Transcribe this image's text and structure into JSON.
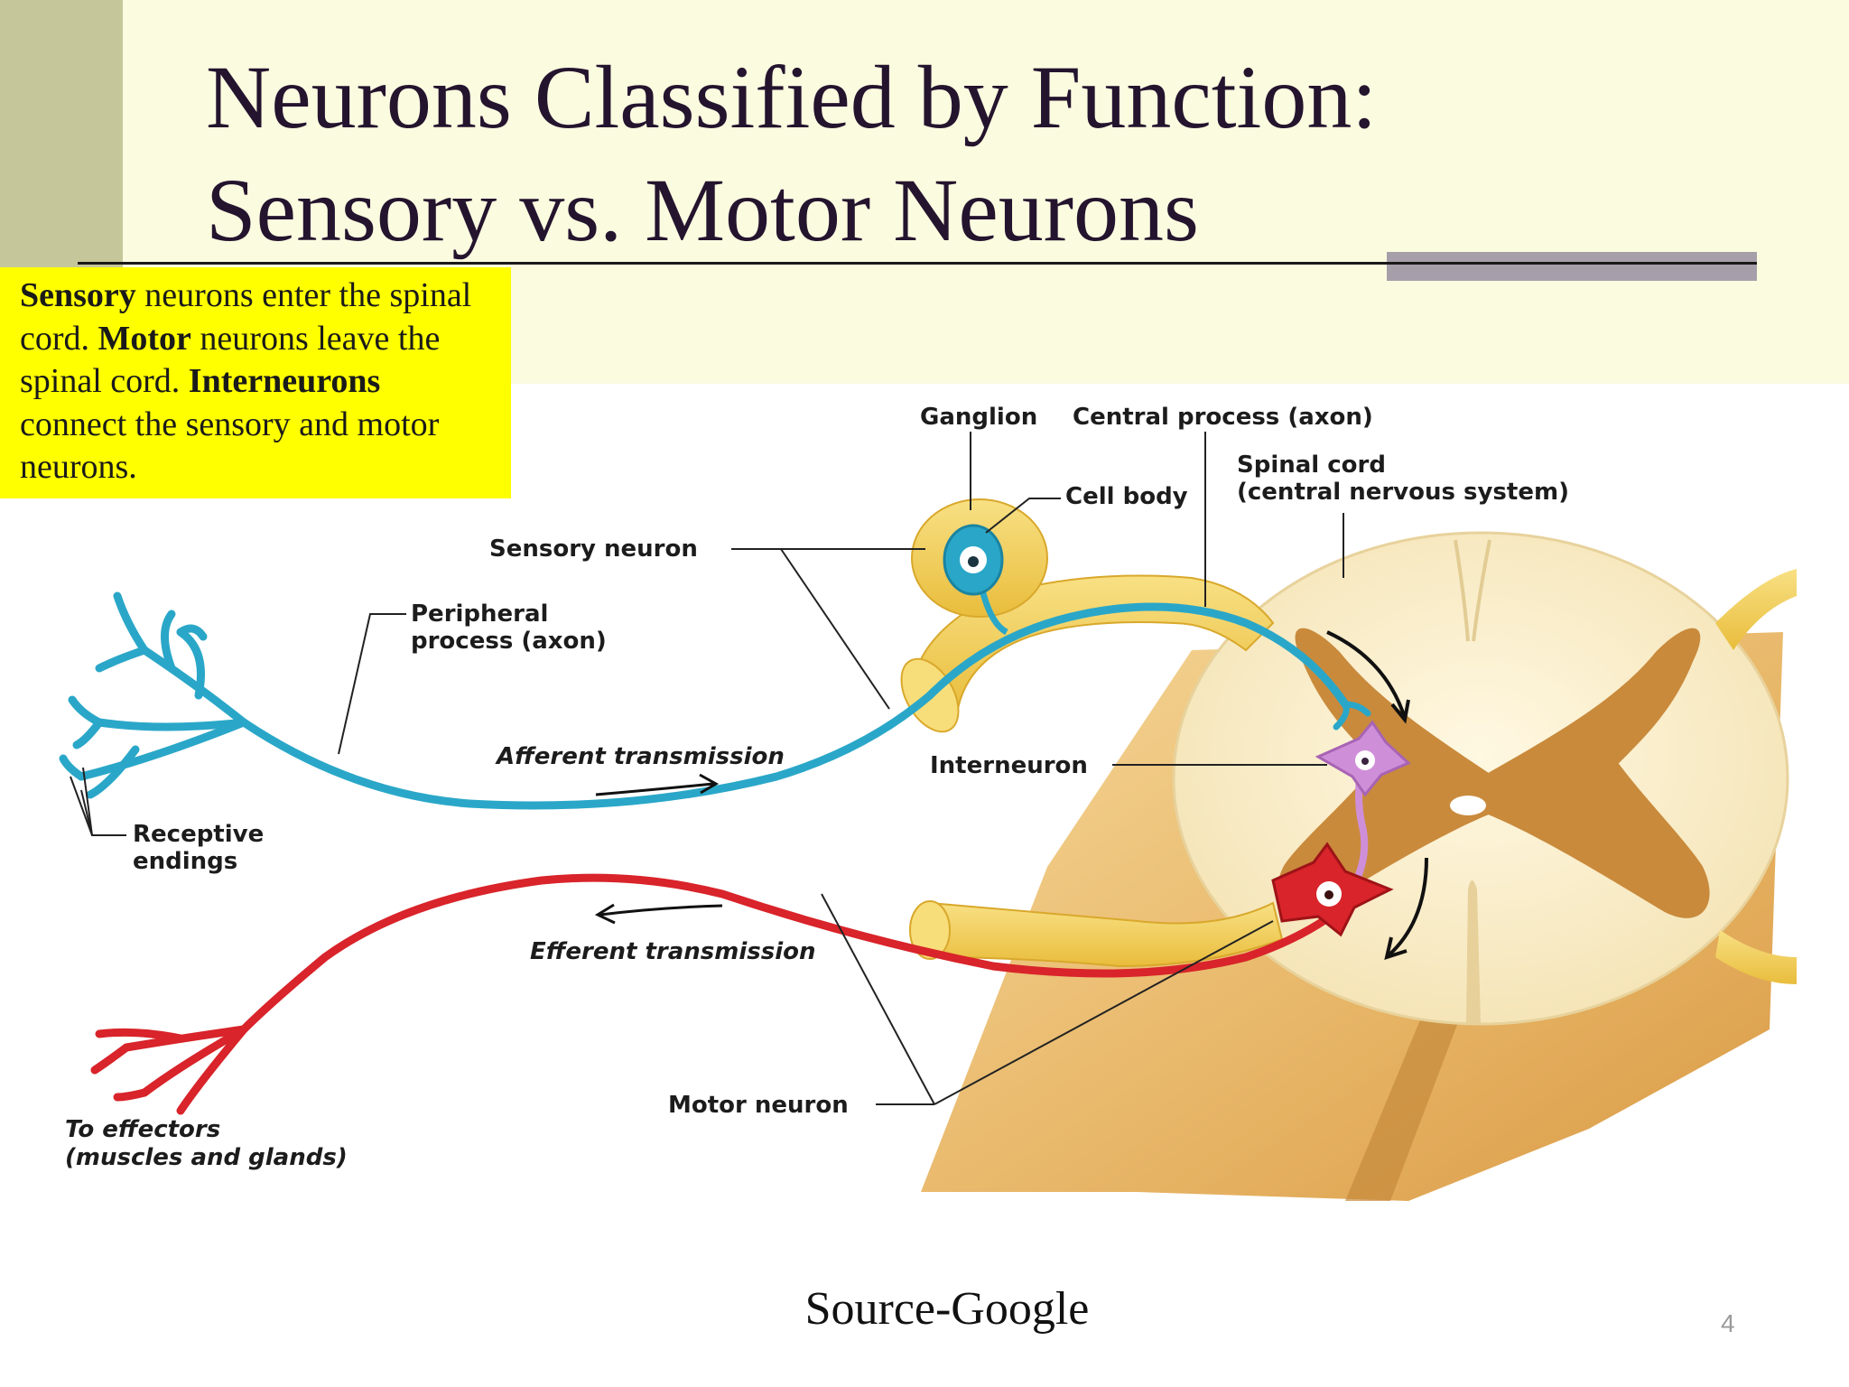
{
  "title": {
    "line1": "Neurons Classified by Function:",
    "line2": "Sensory vs. Motor Neurons"
  },
  "callout": {
    "b1": "Sensory",
    "t1": " neurons enter the spinal cord. ",
    "b2": "Motor",
    "t2": " neurons leave the spinal cord. ",
    "b3": "Interneurons",
    "t3": " connect the sensory and motor neurons."
  },
  "labels": {
    "ganglion": "Ganglion",
    "central_process": "Central process (axon)",
    "spinal_cord_1": "Spinal cord",
    "spinal_cord_2": "(central nervous system)",
    "cell_body": "Cell body",
    "sensory_neuron": "Sensory neuron",
    "peripheral_1": "Peripheral",
    "peripheral_2": "process (axon)",
    "afferent": "Afferent transmission",
    "interneuron": "Interneuron",
    "receptive_1": "Receptive",
    "receptive_2": "endings",
    "efferent": "Efferent transmission",
    "motor_neuron": "Motor neuron",
    "effectors_1": "To effectors",
    "effectors_2": "(muscles and glands)"
  },
  "footer": {
    "source": "Source-Google",
    "page_number": "4"
  },
  "colors": {
    "header_band": "#fbfbe0",
    "left_bar": "#c5c79a",
    "callout_bg": "#ffff00",
    "sensory": "#2aa7c8",
    "motor": "#d8242a",
    "interneuron": "#cf8fd8",
    "gray_matter": "#c98a3c",
    "white_matter": "#fbf1d0",
    "nerve_yellow": "#f4d25a"
  }
}
